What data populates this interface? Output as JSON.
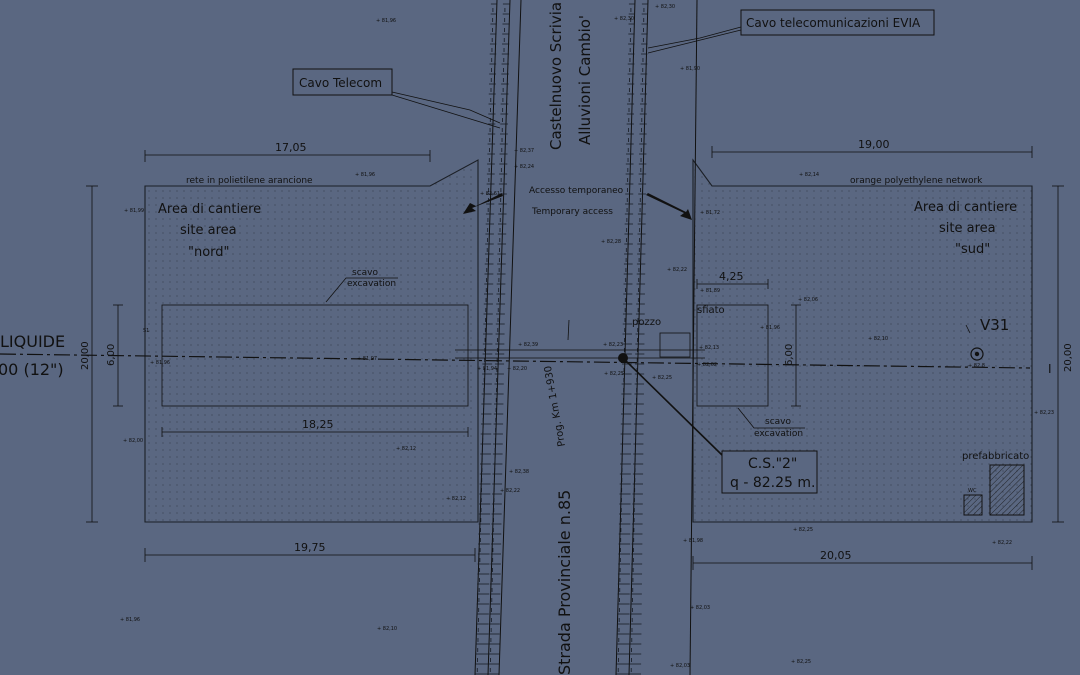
{
  "road": {
    "name": "Strada Provinciale n.85",
    "towns": "Castelnuovo Scrivia",
    "towns2": "Alluvioni Cambio'",
    "progressive": "Prog. Km 1+930",
    "access_it": "Accesso temporaneo",
    "access_en": "Temporary access"
  },
  "cables": {
    "telecom": "Cavo Telecom",
    "evia": "Cavo telecomunicazioni EVIA"
  },
  "areas": {
    "north": {
      "line1": "Area di cantiere",
      "line2": "site area",
      "line3": "\"nord\"",
      "net": "rete in polietilene arancione",
      "excavation_it": "scavo",
      "excavation_en": "excavation"
    },
    "south": {
      "line1": "Area di cantiere",
      "line2": "site area",
      "line3": "\"sud\"",
      "net": "orange polyethylene network",
      "excavation_it": "scavo",
      "excavation_en": "excavation",
      "prefab": "prefabbricato",
      "wc": "WC"
    }
  },
  "dimensions": {
    "north_top": "17,05",
    "north_exc": "18,25",
    "north_bottom": "19,75",
    "north_height": "20,00",
    "north_exc_height": "6,00",
    "south_top": "19,00",
    "south_exc_width": "4,25",
    "south_bottom": "20,05",
    "south_height": "20,00",
    "south_exc_height": "6,00"
  },
  "pipeline": {
    "label1": "LIQUIDE",
    "label2": "00 (12\")"
  },
  "point_v31": "V31",
  "cs": {
    "line1": "C.S.\"2\"",
    "line2": "q - 82.25 m."
  },
  "shaft": {
    "word1": "sfiato",
    "word2": "pozzo",
    "label": "I"
  },
  "spots": [
    "81,96",
    "82,30",
    "82,30",
    "81,90",
    "81,99",
    "81,96",
    "82,37",
    "82,24",
    "82,14",
    "82,61",
    "81,72",
    "82,28",
    "82,22",
    "82,06",
    "81,96",
    "81,97",
    "81,96",
    "82,39",
    "82,23",
    "82,20",
    "81,94",
    "82,13",
    "82,02",
    "82,10",
    "82,8",
    "82,23",
    "82,00",
    "82,12",
    "82,25",
    "81,89",
    "82,25",
    "82,38",
    "82,22",
    "82,12",
    "82,25",
    "82,22",
    "81,98",
    "81,96",
    "82,10",
    "82,03",
    "82,25",
    "82,03"
  ]
}
